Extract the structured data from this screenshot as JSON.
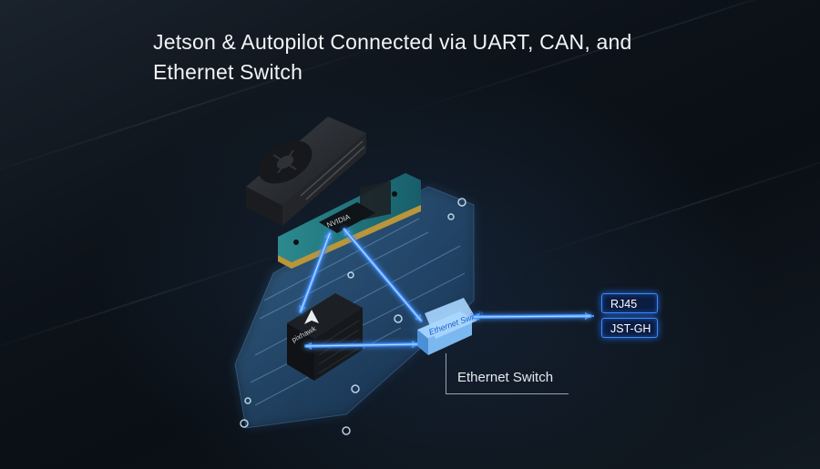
{
  "title": "Jetson & Autopilot Connected via UART, CAN, and Ethernet Switch",
  "ports": [
    "RJ45",
    "JST-GH"
  ],
  "switch_caption": "Ethernet Switch",
  "chip_labels": {
    "jetson_brand": "NVIDIA",
    "autopilot_brand": "pixhawk",
    "switch_chip": "Ethernet Switch"
  },
  "colors": {
    "background": "#0b1016",
    "accent_blue": "#3b8cff",
    "glow_blue": "#1e6bff",
    "heatsink": "#2a2d31",
    "board_green": "#1f6f7a"
  }
}
